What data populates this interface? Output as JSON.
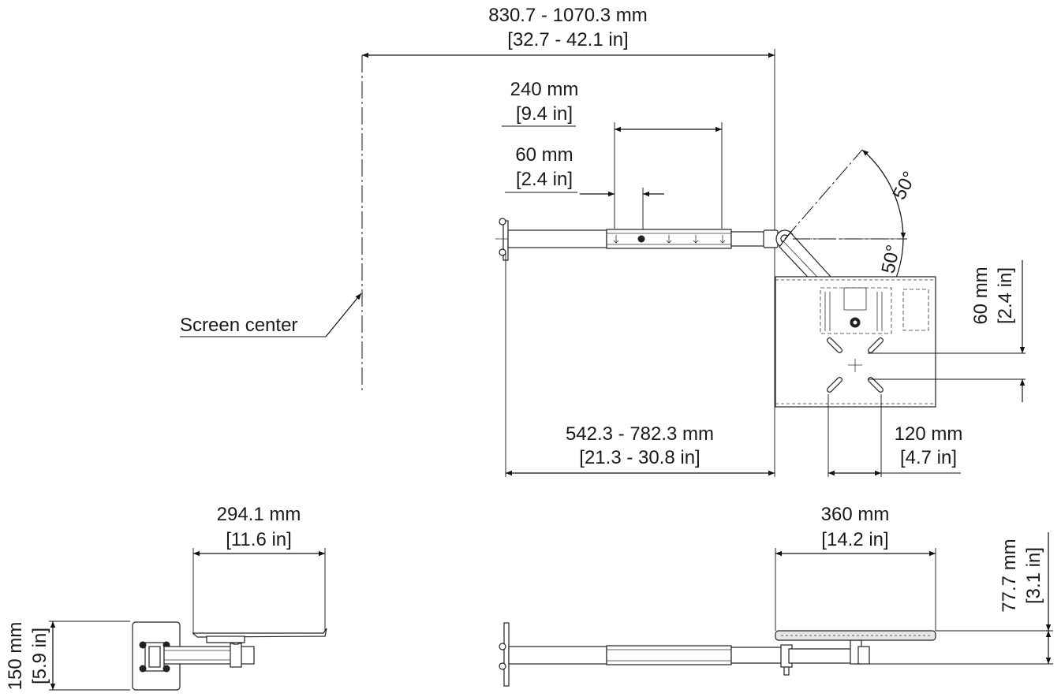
{
  "dimensions": {
    "overall_reach": {
      "mm": "830.7 - 1070.3 mm",
      "in": "[32.7 - 42.1 in]"
    },
    "extension": {
      "mm": "240 mm",
      "in": "[9.4 in]"
    },
    "step": {
      "mm": "60 mm",
      "in": "[2.4 in]"
    },
    "angle_upper": "50°",
    "angle_lower": "50°",
    "vertical_adjust": {
      "mm": "60 mm",
      "in": "[2.4 in]"
    },
    "arm_reach": {
      "mm": "542.3 - 782.3 mm",
      "in": "[21.3 - 30.8 in]"
    },
    "vesa": {
      "mm": "120 mm",
      "in": "[4.7 in]"
    },
    "side_depth": {
      "mm": "294.1 mm",
      "in": "[11.6 in]"
    },
    "side_height": {
      "mm": "150 mm",
      "in": "[5.9 in]"
    },
    "tray_width": {
      "mm": "360 mm",
      "in": "[14.2 in]"
    },
    "tray_height": {
      "mm": "77.7 mm",
      "in": "[3.1 in]"
    }
  },
  "labels": {
    "screen_center": "Screen center"
  }
}
